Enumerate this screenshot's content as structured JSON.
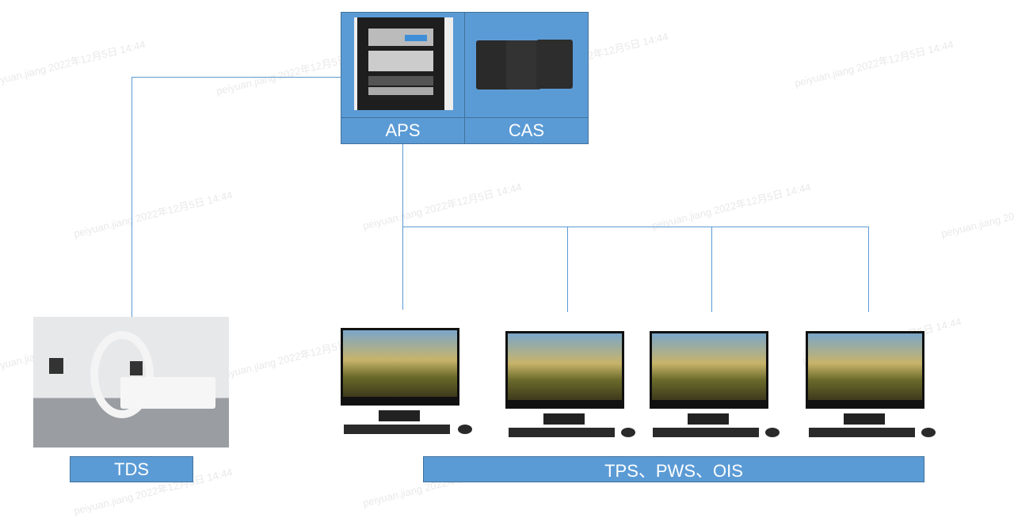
{
  "servers": {
    "aps_label": "APS",
    "cas_label": "CAS"
  },
  "tds": {
    "label": "TDS"
  },
  "workstations": {
    "label": "TPS、PWS、OIS",
    "count": 4
  },
  "watermark": "peiyuan.jiang 2022年12月5日 14:44",
  "colors": {
    "box": "#5b9bd5",
    "line": "#5b9bd5"
  }
}
